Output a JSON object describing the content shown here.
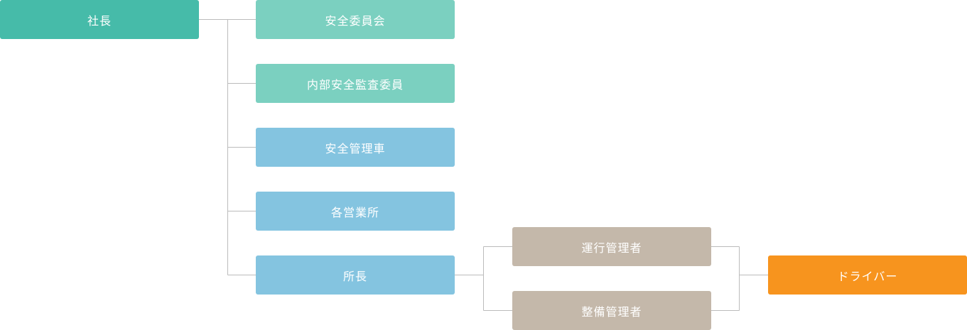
{
  "colors": {
    "president": "#46bba9",
    "committee": "#7bd0c0",
    "management": "#84c4e0",
    "manager": "#c4b8aa",
    "driver": "#f7941e",
    "connector": "#bbbbbb"
  },
  "nodes": {
    "president": "社長",
    "safety_committee": "安全委員会",
    "internal_audit": "内部安全監査委員",
    "safety_management": "安全管理車",
    "branches": "各営業所",
    "branch_manager": "所長",
    "operations_manager": "運行管理者",
    "maintenance_manager": "整備管理者",
    "driver": "ドライバー"
  }
}
